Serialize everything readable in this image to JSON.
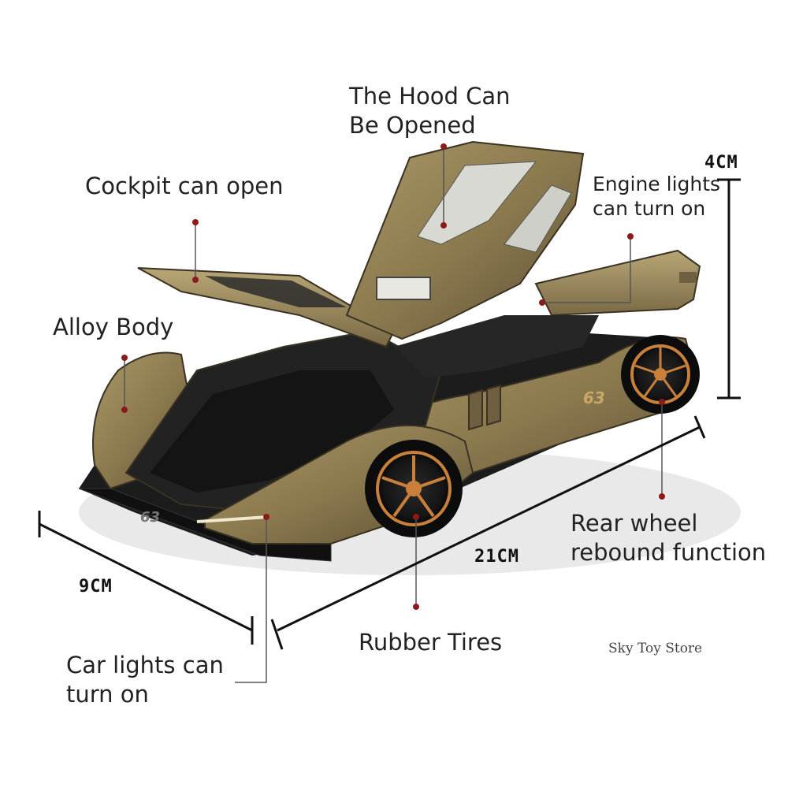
{
  "features": {
    "hood": [
      "The Hood Can",
      "Be Opened"
    ],
    "cockpit": "Cockpit can open",
    "engine_lights": [
      "Engine lights",
      "can turn on"
    ],
    "alloy_body": "Alloy Body",
    "rear_wheel": [
      "Rear wheel",
      "rebound function"
    ],
    "rubber_tires": "Rubber Tires",
    "car_lights": [
      "Car lights can",
      "turn on"
    ]
  },
  "dimensions": {
    "height": "4CM",
    "length": "21CM",
    "width": "9CM"
  },
  "watermark": "Sky Toy Store",
  "colors": {
    "body_gold": "#8c7a4f",
    "body_dark": "#1a1a1a",
    "wheel_accent": "#c9803a",
    "callout_dot": "#8b1a1a",
    "callout_line": "#555555"
  }
}
